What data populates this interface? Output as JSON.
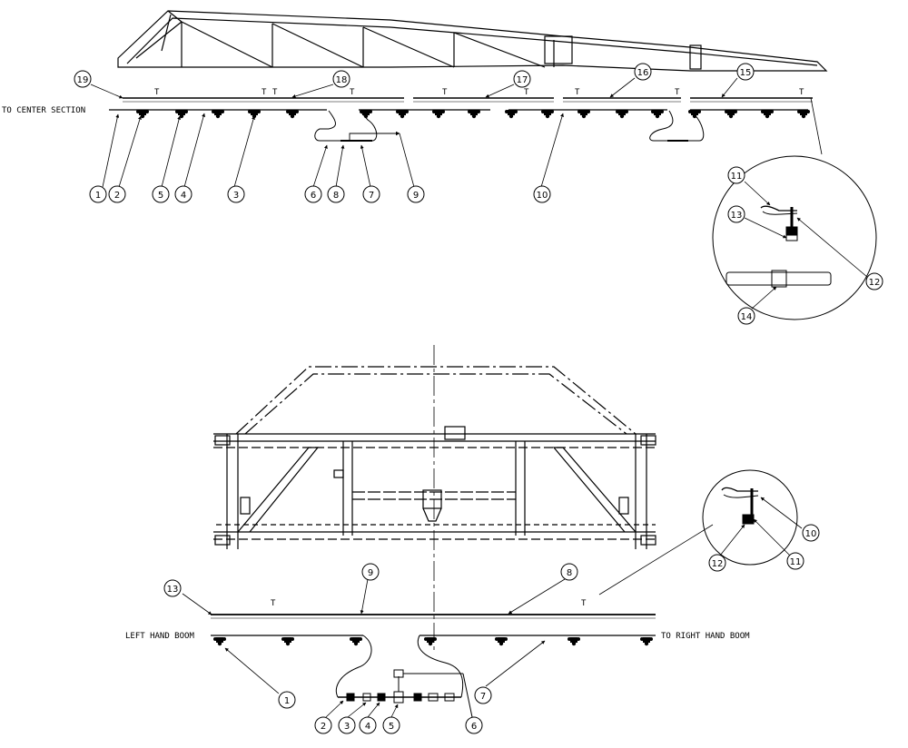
{
  "labels": {
    "to_center": "TO CENTER SECTION",
    "left_hand": "LEFT HAND BOOM",
    "to_right": "TO RIGHT HAND BOOM"
  },
  "top_callouts": [
    "1",
    "2",
    "3",
    "4",
    "5",
    "6",
    "7",
    "8",
    "9",
    "10",
    "11",
    "12",
    "13",
    "14",
    "15",
    "16",
    "17",
    "18",
    "19"
  ],
  "bottom_callouts": [
    "1",
    "2",
    "3",
    "4",
    "5",
    "6",
    "7",
    "8",
    "9",
    "10",
    "11",
    "12",
    "13"
  ]
}
